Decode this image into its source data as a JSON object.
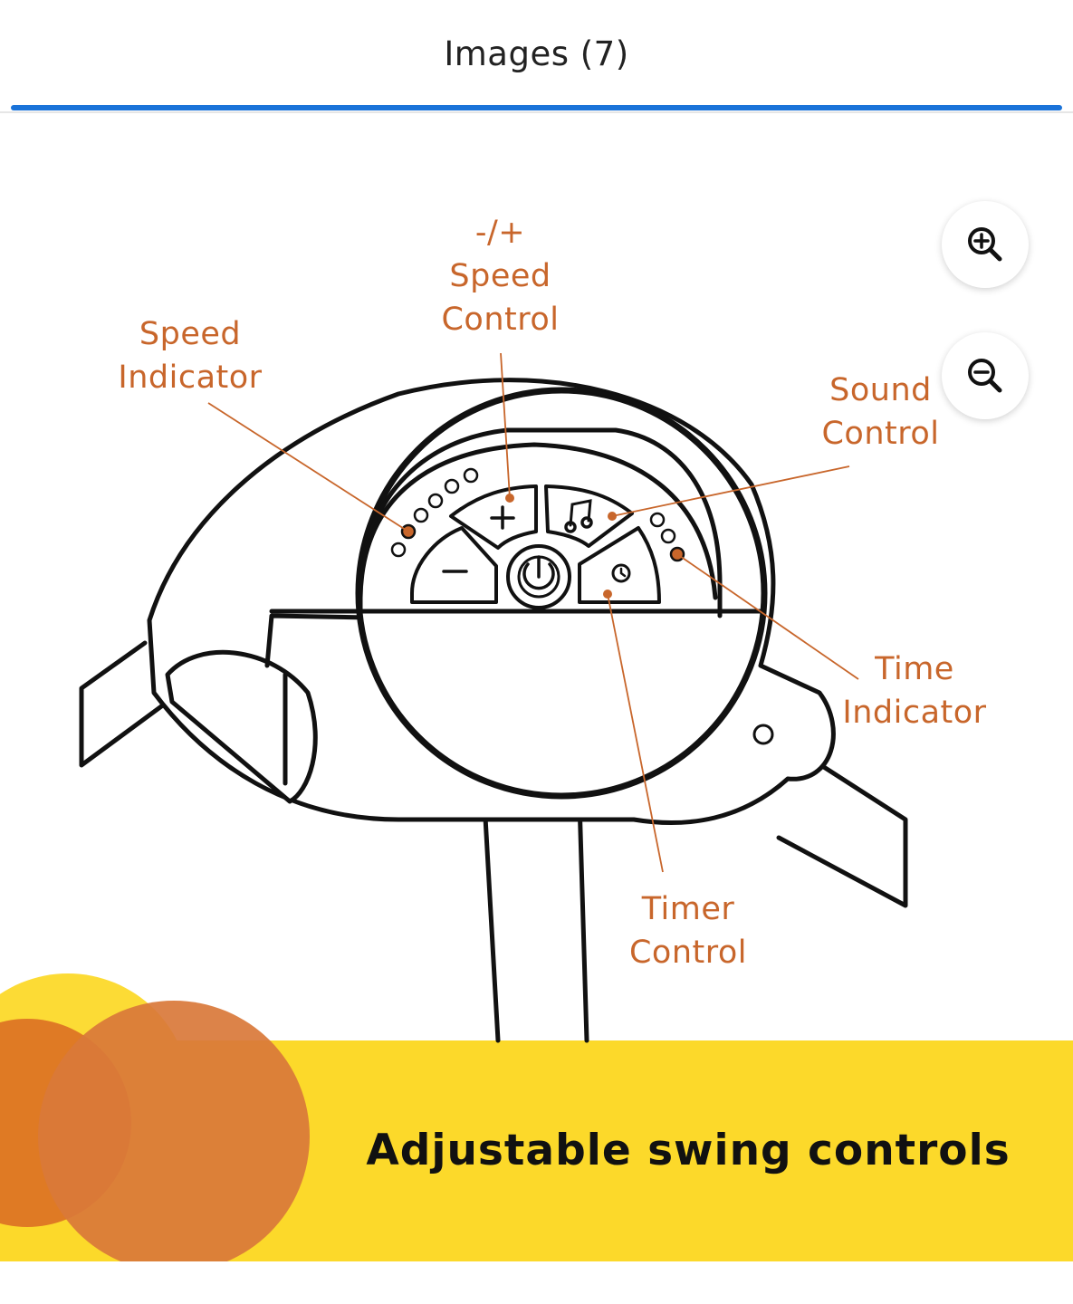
{
  "header": {
    "title": "Images (7)"
  },
  "colors": {
    "accent": "#1a73d9",
    "label": "#c8662b",
    "banner_yellow": "#fcd92a",
    "circle_orange": "#d9783a"
  },
  "zoom": {
    "in_icon": "zoom-in-icon",
    "out_icon": "zoom-out-icon"
  },
  "diagram": {
    "labels": {
      "speed_control": [
        "-/+",
        "Speed",
        "Control"
      ],
      "speed_indicator": [
        "Speed",
        "Indicator"
      ],
      "sound_control": [
        "Sound",
        "Control"
      ],
      "time_indicator": [
        "Time",
        "Indicator"
      ],
      "timer_control": [
        "Timer",
        "Control"
      ]
    }
  },
  "banner": {
    "caption": "Adjustable swing controls"
  }
}
